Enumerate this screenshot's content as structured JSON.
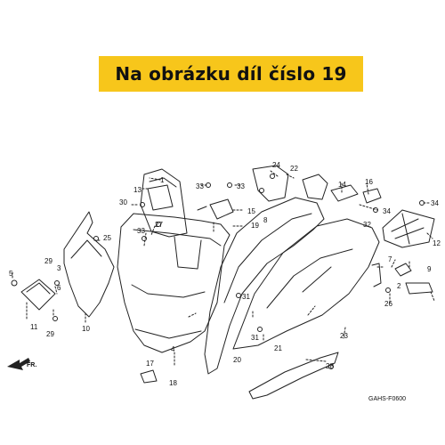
{
  "banner": {
    "text": "Na obrázku díl číslo 19",
    "color": "#f7c61b"
  },
  "diagram": {
    "direction_label": "FR.",
    "code": "GAHS-F0600",
    "callouts": [
      "1",
      "2",
      "3",
      "4",
      "5",
      "6",
      "7",
      "8",
      "9",
      "10",
      "11",
      "12",
      "13",
      "14",
      "15",
      "16",
      "17",
      "18",
      "19",
      "20",
      "21",
      "22",
      "23",
      "24",
      "25",
      "26",
      "27",
      "28",
      "29",
      "30",
      "31",
      "32",
      "33",
      "34"
    ]
  }
}
